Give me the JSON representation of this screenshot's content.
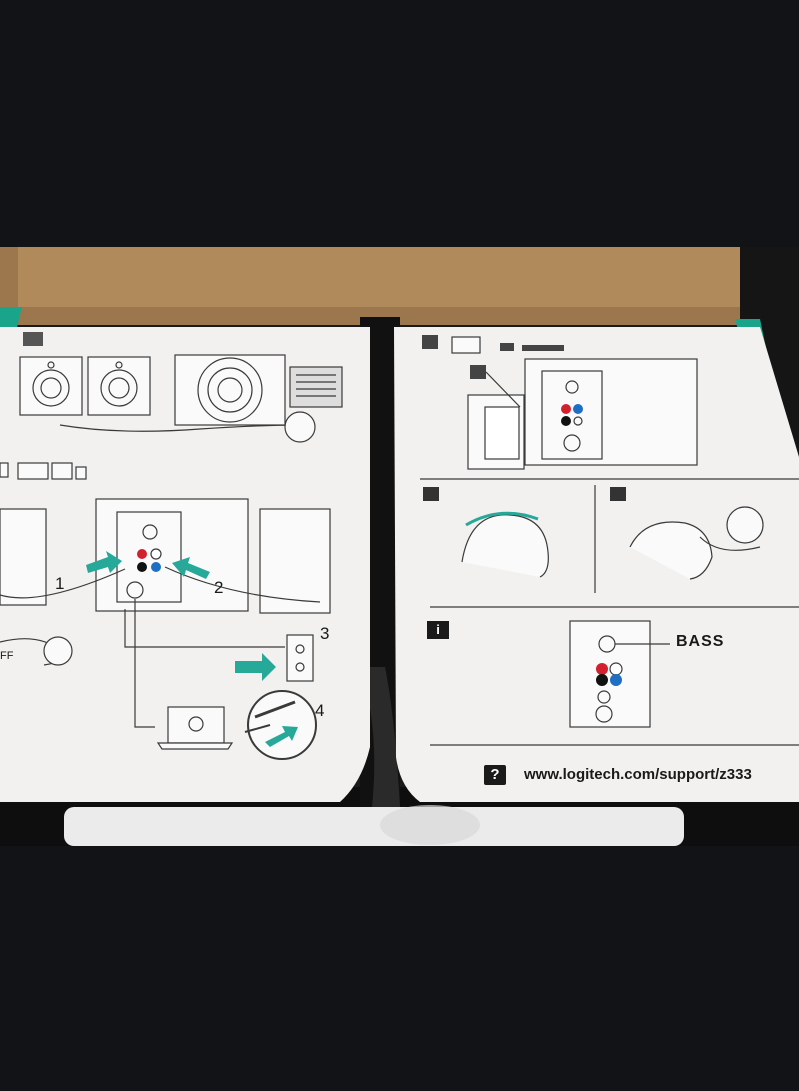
{
  "scene": {
    "colors": {
      "background": "#121317",
      "cardboard": "#a07a50",
      "box_teal": "#1aa58a",
      "sheet": "#f2f1ef",
      "line": "#333333",
      "arrow_teal": "#27a99a",
      "jack_red": "#d2202f",
      "jack_blue": "#1e6fc4"
    },
    "left_sheet": {
      "steps": [
        "1",
        "2",
        "3",
        "4"
      ],
      "off_label": "FF"
    },
    "right_sheet": {
      "bass_label": "BASS",
      "help_badge": "?",
      "info_badge": "i",
      "support_url": "www.logitech.com/support/z333"
    }
  }
}
